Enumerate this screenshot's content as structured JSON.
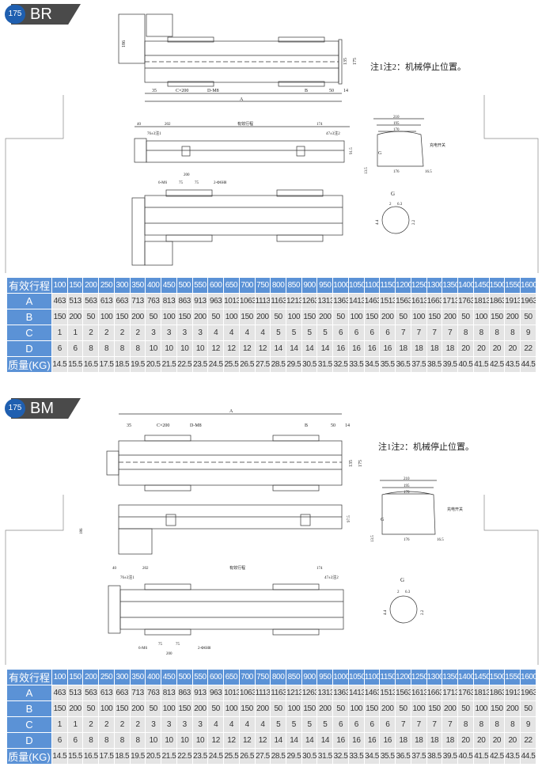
{
  "sections": [
    {
      "page_number": "175",
      "model": "BR",
      "labels": {
        "note": "注1注2：机械停止位置。",
        "A": "A",
        "B": "B",
        "C": "C×200",
        "D": "D-M8",
        "d35": "35",
        "d50": "50",
        "d14": "14",
        "d135": "135",
        "d175": "175",
        "d186": "186",
        "d40": "40",
        "d202": "202",
        "stroke": "有效行程",
        "d174": "174",
        "n1": "76±3注1",
        "n2": "47±3注2",
        "d915": "91.5",
        "G": "G",
        "switch": "充电开关",
        "d210": "210",
        "d195": "195",
        "d170": "170",
        "d176": "176",
        "d135b": "13.5",
        "d165": "16.5",
        "d200": "200",
        "m6": "6-M6",
        "d75a": "75",
        "d75b": "75",
        "h8": "2-Φ6H8",
        "g2": "2",
        "g63": "6.3",
        "g44": "4.4",
        "g22": "2.2"
      }
    },
    {
      "page_number": "175",
      "model": "BM",
      "labels": {
        "note": "注1注2：机械停止位置。",
        "A": "A",
        "B": "B",
        "C": "C×200",
        "D": "D-M8",
        "d35": "35",
        "d50": "50",
        "d14": "14",
        "d135": "135",
        "d175": "175",
        "d186": "186",
        "d40": "40",
        "d202": "202",
        "stroke": "有效行程",
        "d174": "174",
        "n1": "76±3注1",
        "n2": "47±3注2",
        "d915": "97.5",
        "G": "G",
        "switch": "充电开关",
        "d210": "210",
        "d195": "195",
        "d170": "170",
        "d176": "176",
        "d135b": "13.5",
        "d165": "16.5",
        "d200": "200",
        "m6": "6-M6",
        "d75a": "75",
        "d75b": "75",
        "h8": "2-Φ6H8",
        "g2": "2",
        "g63": "6.3",
        "g44": "4.4",
        "g22": "2.2"
      }
    }
  ],
  "table": {
    "rows": [
      {
        "label": "有效行程",
        "values": [
          "100",
          "150",
          "200",
          "250",
          "300",
          "350",
          "400",
          "450",
          "500",
          "550",
          "600",
          "650",
          "700",
          "750",
          "800",
          "850",
          "900",
          "950",
          "1000",
          "1050",
          "1100",
          "1150",
          "1200",
          "1250",
          "1300",
          "1350",
          "1400",
          "1450",
          "1500",
          "1550",
          "1600"
        ]
      },
      {
        "label": "A",
        "values": [
          "463",
          "513",
          "563",
          "613",
          "663",
          "713",
          "763",
          "813",
          "863",
          "913",
          "963",
          "1013",
          "1063",
          "1113",
          "1163",
          "1213",
          "1263",
          "1313",
          "1363",
          "1413",
          "1463",
          "1513",
          "1563",
          "1613",
          "1663",
          "1713",
          "1763",
          "1813",
          "1863",
          "1913",
          "1963"
        ]
      },
      {
        "label": "B",
        "values": [
          "150",
          "200",
          "50",
          "100",
          "150",
          "200",
          "50",
          "100",
          "150",
          "200",
          "50",
          "100",
          "150",
          "200",
          "50",
          "100",
          "150",
          "200",
          "50",
          "100",
          "150",
          "200",
          "50",
          "100",
          "150",
          "200",
          "50",
          "100",
          "150",
          "200",
          "50"
        ]
      },
      {
        "label": "C",
        "values": [
          "1",
          "1",
          "2",
          "2",
          "2",
          "2",
          "3",
          "3",
          "3",
          "3",
          "4",
          "4",
          "4",
          "4",
          "5",
          "5",
          "5",
          "5",
          "6",
          "6",
          "6",
          "6",
          "7",
          "7",
          "7",
          "7",
          "8",
          "8",
          "8",
          "8",
          "9"
        ]
      },
      {
        "label": "D",
        "values": [
          "6",
          "6",
          "8",
          "8",
          "8",
          "8",
          "10",
          "10",
          "10",
          "10",
          "12",
          "12",
          "12",
          "12",
          "14",
          "14",
          "14",
          "14",
          "16",
          "16",
          "16",
          "16",
          "18",
          "18",
          "18",
          "18",
          "20",
          "20",
          "20",
          "20",
          "22"
        ]
      },
      {
        "label": "质量(KG)",
        "values": [
          "14.5",
          "15.5",
          "16.5",
          "17.5",
          "18.5",
          "19.5",
          "20.5",
          "21.5",
          "22.5",
          "23.5",
          "24.5",
          "25.5",
          "26.5",
          "27.5",
          "28.5",
          "29.5",
          "30.5",
          "31.5",
          "32.5",
          "33.5",
          "34.5",
          "35.5",
          "36.5",
          "37.5",
          "38.5",
          "39.5",
          "40.5",
          "41.5",
          "42.5",
          "43.5",
          "44.5"
        ]
      }
    ]
  },
  "colors": {
    "header_blue": "#5b92d6",
    "badge_blue": "#1f5fb0",
    "cell_gray": "#e4e4e4"
  }
}
